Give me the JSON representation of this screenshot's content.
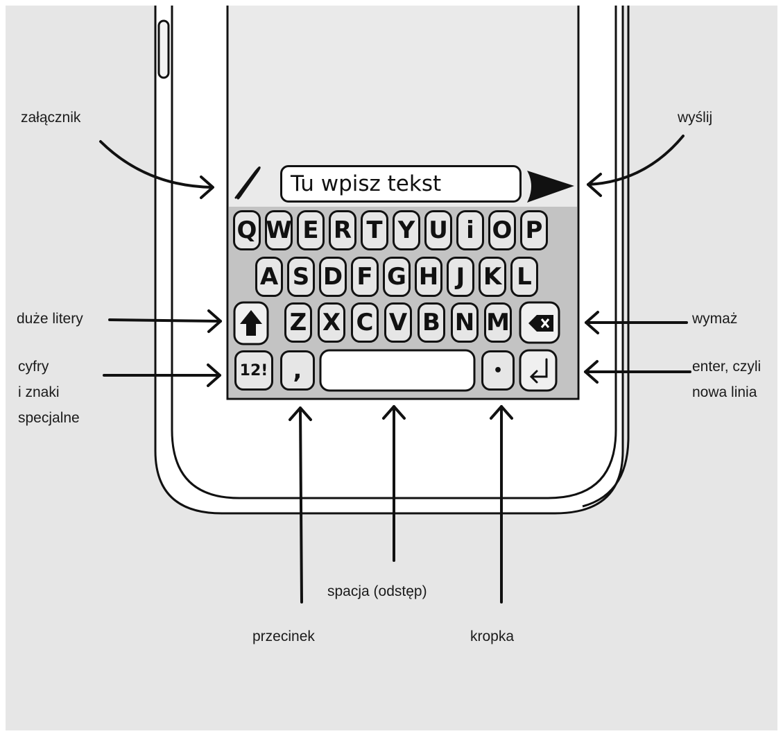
{
  "message_input": {
    "placeholder": "Tu wpisz tekst"
  },
  "keyboard": {
    "row1": [
      "Q",
      "W",
      "E",
      "R",
      "T",
      "Y",
      "U",
      "i",
      "O",
      "P"
    ],
    "row2": [
      "A",
      "S",
      "D",
      "F",
      "G",
      "H",
      "J",
      "K",
      "L"
    ],
    "row3": [
      "Z",
      "X",
      "C",
      "V",
      "B",
      "N",
      "M"
    ],
    "numbers_key": "12!",
    "comma_key": ",",
    "period_key": "•"
  },
  "labels": {
    "attachment": "załącznik",
    "send": "wyślij",
    "shift": "duże litery",
    "delete": "wymaż",
    "numbers": [
      "cyfry",
      "i znaki",
      "specjalne"
    ],
    "enter": [
      "enter, czyli",
      "nowa linia"
    ],
    "comma": "przecinek",
    "space": "spacja (odstęp)",
    "period": "kropka"
  },
  "icons": [
    "paperclip-icon",
    "send-arrow-icon",
    "shift-arrow-icon",
    "backspace-icon",
    "enter-return-icon"
  ]
}
